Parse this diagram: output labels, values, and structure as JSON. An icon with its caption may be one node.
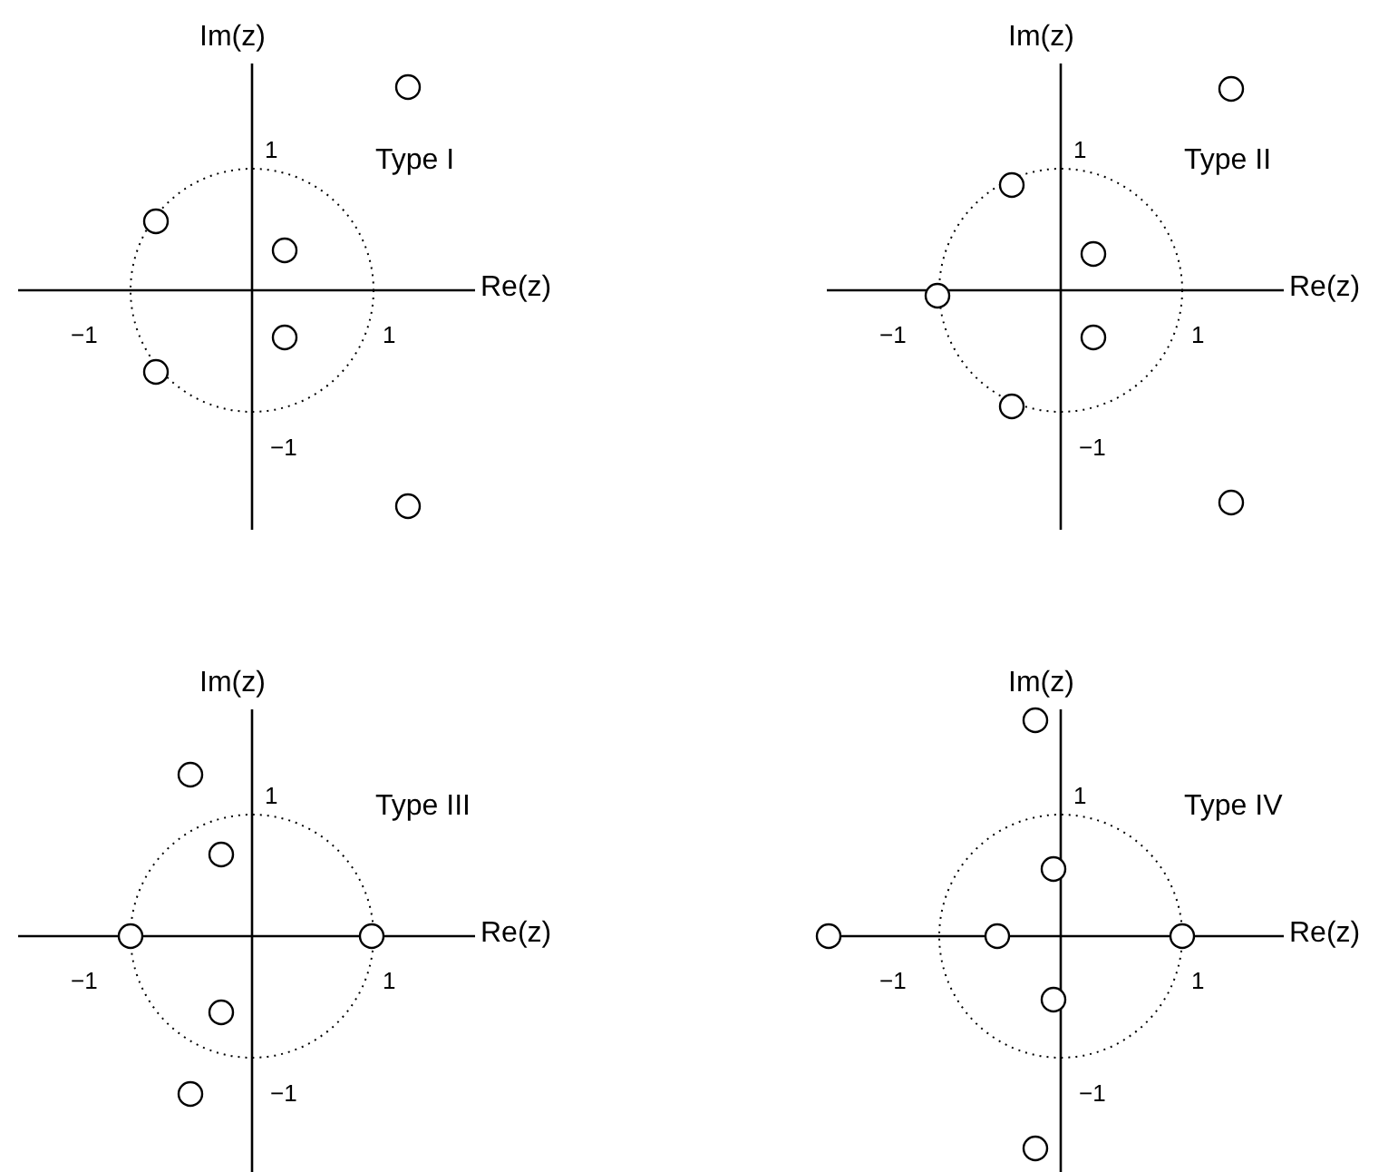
{
  "diagram": {
    "labels": [
      "Im(z)",
      "1",
      "Type I",
      "Re(z)",
      "−1",
      "1",
      "−1",
      "Im(z)",
      "1",
      "Type II",
      "Re(z)",
      "−1",
      "1",
      "−1",
      "Im(z)",
      "1",
      "Type III",
      "Re(z)",
      "−1",
      "1",
      "−1",
      "Im(z)",
      "1",
      "Type IV",
      "Re(z)",
      "−1",
      "1",
      "−1"
    ]
  }
}
